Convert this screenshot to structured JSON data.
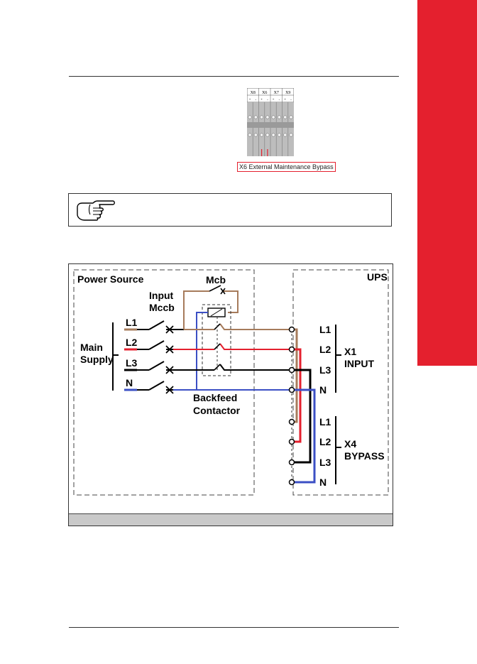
{
  "terminal": {
    "groups": [
      "X8",
      "X6",
      "X7",
      "X9"
    ],
    "pins": [
      "+",
      "-",
      "+",
      "-",
      "+",
      "-",
      "+",
      "-"
    ],
    "callout": "X6 External Maintenance Bypass"
  },
  "diagram": {
    "power_source": "Power Source",
    "ups": "UPS",
    "mcb": "Mcb",
    "input_mccb_line1": "Input",
    "input_mccb_line2": "Mccb",
    "main_supply_line1": "Main",
    "main_supply_line2": "Supply",
    "supply_lines": [
      "L1",
      "L2",
      "L3",
      "N"
    ],
    "backfeed_line1": "Backfeed",
    "backfeed_line2": "Contactor",
    "input_terminals": [
      "L1",
      "L2",
      "L3",
      "N"
    ],
    "x1_line1": "X1",
    "x1_line2": "INPUT",
    "bypass_terminals": [
      "L1",
      "L2",
      "L3",
      "N"
    ],
    "x4_line1": "X4",
    "x4_line2": "BYPASS",
    "colors": {
      "L1": "#a67b5b",
      "L2": "#e4202e",
      "L3": "#000000",
      "N": "#3b4fc4",
      "accent": "#e4202e"
    }
  }
}
